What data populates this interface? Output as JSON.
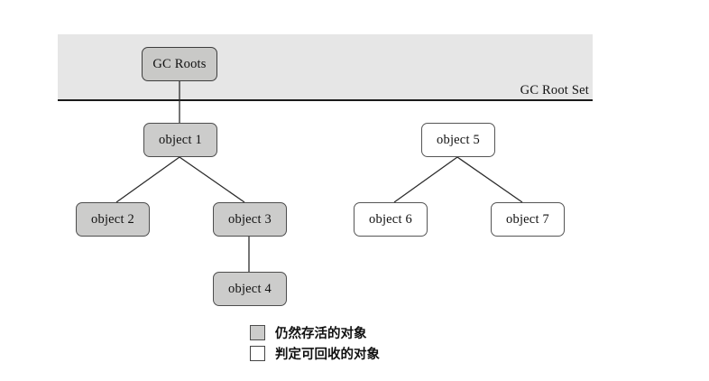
{
  "diagram": {
    "title": "GC Roots reachability diagram",
    "background_color": "#ffffff",
    "root_band": {
      "label": "GC Root Set",
      "fill_color": "#e6e6e6",
      "border_color": "#1a1a1a"
    },
    "colors": {
      "live_fill": "#cccccb",
      "live_border": "#4d4d4d",
      "dead_fill": "#ffffff",
      "dead_border": "#555555",
      "edge": "#2b2b2b"
    },
    "nodes": {
      "gc_roots": "GC Roots",
      "object1": "object 1",
      "object2": "object 2",
      "object3": "object 3",
      "object4": "object 4",
      "object5": "object 5",
      "object6": "object 6",
      "object7": "object 7"
    },
    "node_states": {
      "gc_roots": "live",
      "object1": "live",
      "object2": "live",
      "object3": "live",
      "object4": "live",
      "object5": "unreachable",
      "object6": "unreachable",
      "object7": "unreachable"
    },
    "edges": [
      {
        "from": "gc_roots",
        "to": "object1"
      },
      {
        "from": "object1",
        "to": "object2"
      },
      {
        "from": "object1",
        "to": "object3"
      },
      {
        "from": "object3",
        "to": "object4"
      },
      {
        "from": "object5",
        "to": "object6"
      },
      {
        "from": "object5",
        "to": "object7"
      }
    ],
    "legend": {
      "live_label": "仍然存活的对象",
      "dead_label": "判定可回收的对象"
    }
  }
}
